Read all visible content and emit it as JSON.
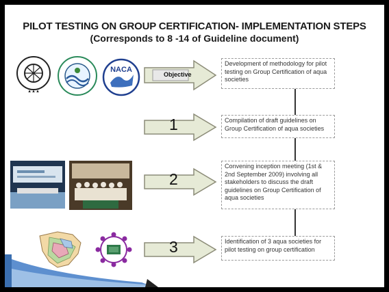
{
  "slide": {
    "title_line1": "PILOT TESTING ON GROUP CERTIFICATION- IMPLEMENTATION STEPS",
    "title_line2": "(Corresponds to 8 -14 of Guideline document)"
  },
  "steps": [
    {
      "label": "Objective",
      "text": "Development of methodology for pilot testing on Group Certification of aqua societies"
    },
    {
      "label": "1",
      "text": "Compilation of draft guidelines on Group Certification of aqua societies"
    },
    {
      "label": "2",
      "text": "Convening inception meeting (1st & 2nd September 2009) involving all stakeholders to discuss the draft guidelines on Group Certification of aqua societies"
    },
    {
      "label": "3",
      "text": "Identification of 3 aqua societies for pilot testing on group certification"
    }
  ],
  "logos": {
    "naca_text": "NACA"
  },
  "colors": {
    "arrow_fill": "#e6ead6",
    "arrow_stroke": "#8c8c78",
    "accent_blue": "#3b6fb0"
  },
  "icons": [
    "ministry-seal-icon",
    "agency-seal-icon",
    "naca-logo-icon",
    "india-map-image",
    "society-logo-icon"
  ]
}
